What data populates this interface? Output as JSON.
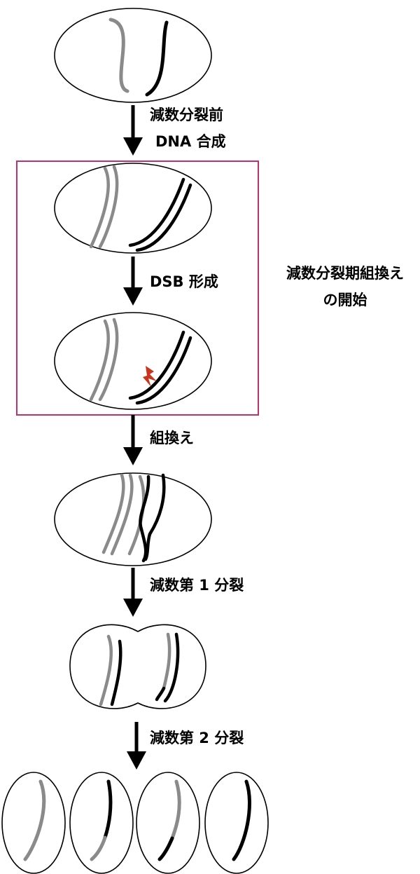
{
  "steps": {
    "premeiotic_dna_synthesis_line1": "減数分裂前",
    "premeiotic_dna_synthesis_line2": "DNA 合成",
    "dsb_formation": "DSB 形成",
    "recombination": "組換え",
    "meiosis_1": "減数第 1 分裂",
    "meiosis_2": "減数第 2 分裂"
  },
  "highlight": {
    "label_line1": "減数分裂期組換え",
    "label_line2": "の開始",
    "border_color": "#c0306e"
  },
  "colors": {
    "chromosome_a": "#8a8a8a",
    "chromosome_b": "#000000",
    "dsb_mark": "#c8341c",
    "cell_outline": "#000000"
  }
}
